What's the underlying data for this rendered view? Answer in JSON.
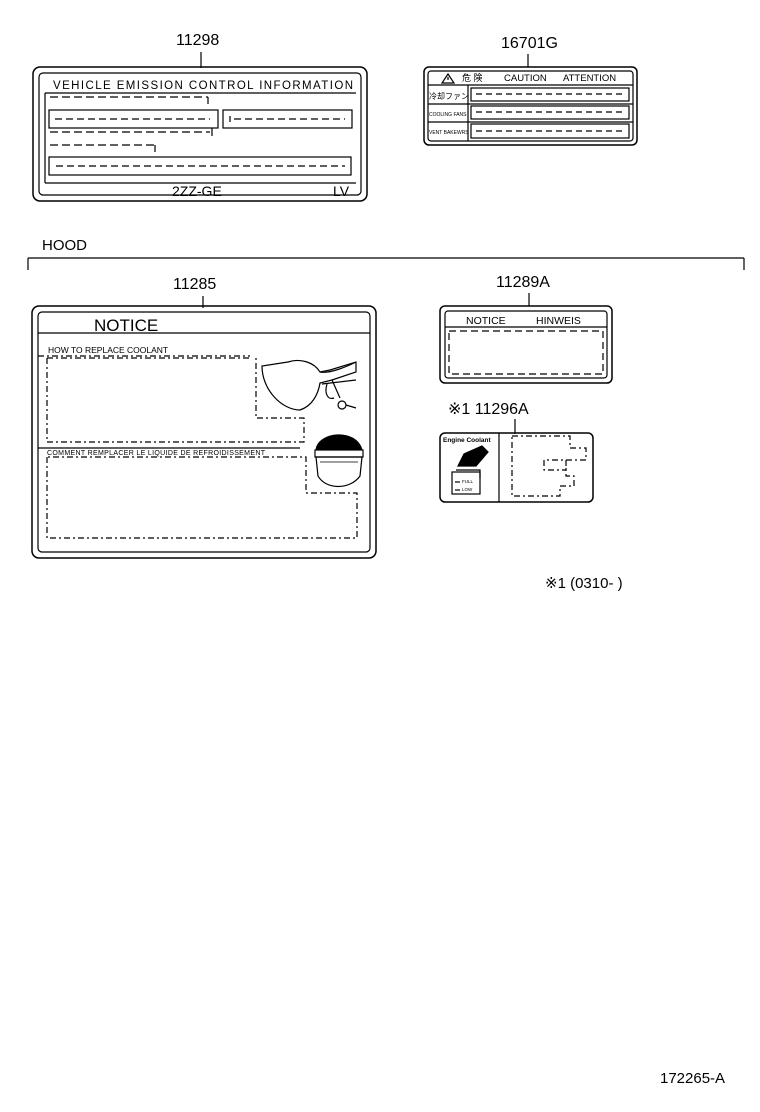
{
  "labels": {
    "emission": {
      "part_no": "11298",
      "title": "VEHICLE EMISSION CONTROL INFORMATION",
      "engine": "2ZZ-GE",
      "code": "LV"
    },
    "caution": {
      "part_no": "16701G",
      "header_jp": "危 険",
      "header_caution": "CAUTION",
      "header_attention": "ATTENTION",
      "row1": "冷却ファン",
      "row2": "COOLING FANS",
      "row3": "VENT BAKEWRS"
    },
    "hood": {
      "label": "HOOD"
    },
    "notice": {
      "part_no": "11285",
      "title": "NOTICE",
      "line1": "HOW TO REPLACE COOLANT",
      "line2": "COMMENT REMPLACER LE LIQUIDE DE REFROIDISSEMENT"
    },
    "hinweis": {
      "part_no": "11289A",
      "notice": "NOTICE",
      "hinweis": "HINWEIS"
    },
    "coolant": {
      "part_no": "※1 11296A",
      "title": "Engine Coolant",
      "full": "FULL",
      "low": "LOW"
    }
  },
  "footnote": "※1 (0310-        )",
  "diagram_id": "172265-A"
}
